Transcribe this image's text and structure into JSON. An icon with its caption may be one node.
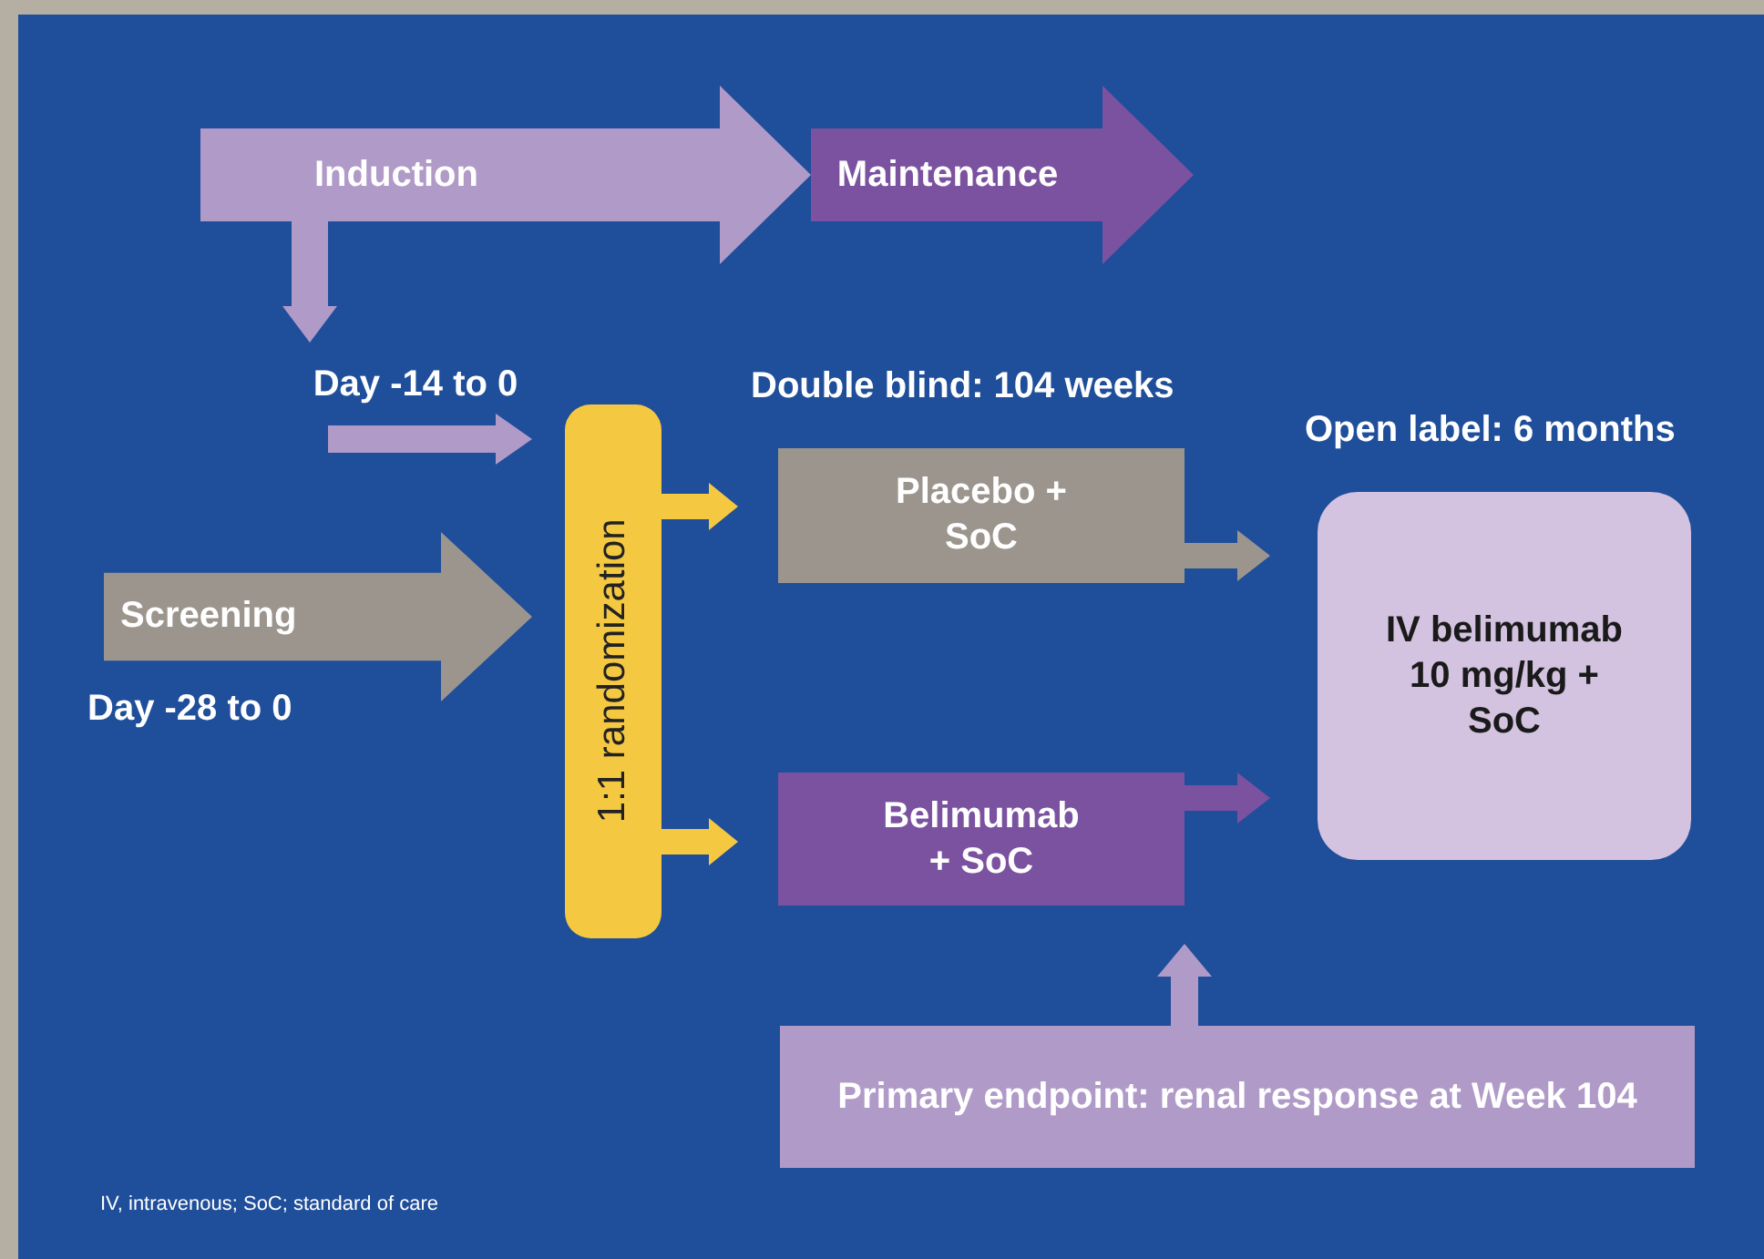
{
  "diagram": {
    "nodes": [
      {
        "text": [
          "Induction"
        ]
      },
      {
        "text": [
          "Maintenance"
        ]
      },
      {
        "text": [
          "Screening"
        ],
        "beside": [
          "Day -28 to 0"
        ]
      },
      {
        "text": [
          "1:1 randomization"
        ]
      },
      {
        "text": [
          "Placebo + SoC"
        ]
      },
      {
        "text": [
          "Belimumab + SoC"
        ]
      },
      {
        "text": [
          "IV belimumab 10 mg/kg + SoC"
        ]
      },
      {
        "text": [
          "Primary endpoint: renal response at Week 104"
        ]
      },
      {
        "text": [
          "Day -14 to 0"
        ]
      }
    ],
    "edges": [
      {
        "from": 0,
        "to": 8,
        "arrow": "to"
      },
      {
        "from": 8,
        "to": 3,
        "arrow": "to"
      },
      {
        "from": 3,
        "to": 4,
        "arrow": "to",
        "color": "#f5c842"
      },
      {
        "from": 3,
        "to": 5,
        "arrow": "to",
        "color": "#f5c842"
      },
      {
        "from": 4,
        "to": 6,
        "arrow": "to",
        "color": "#9c958e"
      },
      {
        "from": 5,
        "to": 6,
        "arrow": "to",
        "color": "#7b52a0"
      },
      {
        "from": 7,
        "to": 5,
        "arrow": "to"
      }
    ],
    "labels": [
      "Double blind: 104 weeks",
      "Open label: 6 months",
      "IV, intravenous; SoC; standard of care"
    ]
  }
}
